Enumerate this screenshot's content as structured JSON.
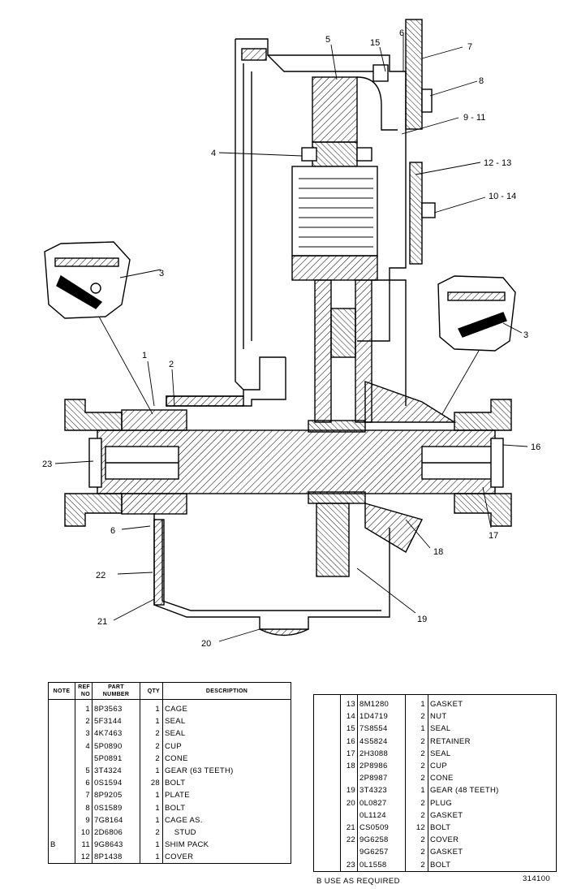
{
  "callouts": [
    "1",
    "2",
    "3",
    "3",
    "4",
    "5",
    "6",
    "6",
    "7",
    "8",
    "9 - 11",
    "10 - 14",
    "12 - 13",
    "15",
    "16",
    "17",
    "18",
    "19",
    "20",
    "21",
    "22",
    "23"
  ],
  "table_headers": {
    "note": "NOTE",
    "ref_no": "REF NO",
    "part_number": "PART NUMBER",
    "qty": "QTY",
    "description": "DESCRIPTION"
  },
  "parts_left": [
    {
      "note": "",
      "ref": "1",
      "part": "8P3563",
      "qty": "1",
      "desc": "CAGE"
    },
    {
      "note": "",
      "ref": "2",
      "part": "5F3144",
      "qty": "1",
      "desc": "SEAL"
    },
    {
      "note": "",
      "ref": "3",
      "part": "4K7463",
      "qty": "2",
      "desc": "SEAL"
    },
    {
      "note": "",
      "ref": "4",
      "part": "5P0890",
      "qty": "2",
      "desc": "CUP"
    },
    {
      "note": "",
      "ref": "",
      "part": "5P0891",
      "qty": "2",
      "desc": "CONE"
    },
    {
      "note": "",
      "ref": "5",
      "part": "3T4324",
      "qty": "1",
      "desc": "GEAR (63 TEETH)"
    },
    {
      "note": "",
      "ref": "6",
      "part": "0S1594",
      "qty": "28",
      "desc": "BOLT"
    },
    {
      "note": "",
      "ref": "7",
      "part": "8P9205",
      "qty": "1",
      "desc": "PLATE"
    },
    {
      "note": "",
      "ref": "8",
      "part": "0S1589",
      "qty": "1",
      "desc": "BOLT"
    },
    {
      "note": "",
      "ref": "9",
      "part": "7G8164",
      "qty": "1",
      "desc": "CAGE AS."
    },
    {
      "note": "",
      "ref": "10",
      "part": "2D6806",
      "qty": "2",
      "desc": "    STUD"
    },
    {
      "note": "B",
      "ref": "11",
      "part": "9G8643",
      "qty": "1",
      "desc": "SHIM PACK"
    },
    {
      "note": "",
      "ref": "12",
      "part": "8P1438",
      "qty": "1",
      "desc": "COVER"
    }
  ],
  "parts_right": [
    {
      "note": "",
      "ref": "13",
      "part": "8M1280",
      "qty": "1",
      "desc": "GASKET"
    },
    {
      "note": "",
      "ref": "14",
      "part": "1D4719",
      "qty": "2",
      "desc": "NUT"
    },
    {
      "note": "",
      "ref": "15",
      "part": "7S8554",
      "qty": "1",
      "desc": "SEAL"
    },
    {
      "note": "",
      "ref": "16",
      "part": "4S5824",
      "qty": "2",
      "desc": "RETAINER"
    },
    {
      "note": "",
      "ref": "17",
      "part": "2H3088",
      "qty": "2",
      "desc": "SEAL"
    },
    {
      "note": "",
      "ref": "18",
      "part": "2P8986",
      "qty": "2",
      "desc": "CUP"
    },
    {
      "note": "",
      "ref": "",
      "part": "2P8987",
      "qty": "2",
      "desc": "CONE"
    },
    {
      "note": "",
      "ref": "19",
      "part": "3T4323",
      "qty": "1",
      "desc": "GEAR (48 TEETH)"
    },
    {
      "note": "",
      "ref": "20",
      "part": "0L0827",
      "qty": "2",
      "desc": "PLUG"
    },
    {
      "note": "",
      "ref": "",
      "part": "0L1124",
      "qty": "2",
      "desc": "GASKET"
    },
    {
      "note": "",
      "ref": "21",
      "part": "CS0509",
      "qty": "12",
      "desc": "BOLT"
    },
    {
      "note": "",
      "ref": "22",
      "part": "9G6258",
      "qty": "2",
      "desc": "COVER"
    },
    {
      "note": "",
      "ref": "",
      "part": "9G6257",
      "qty": "2",
      "desc": "GASKET"
    },
    {
      "note": "",
      "ref": "23",
      "part": "0L1558",
      "qty": "2",
      "desc": "BOLT"
    }
  ],
  "footnote": "B    USE AS REQUIRED",
  "drawing_number": "314100"
}
